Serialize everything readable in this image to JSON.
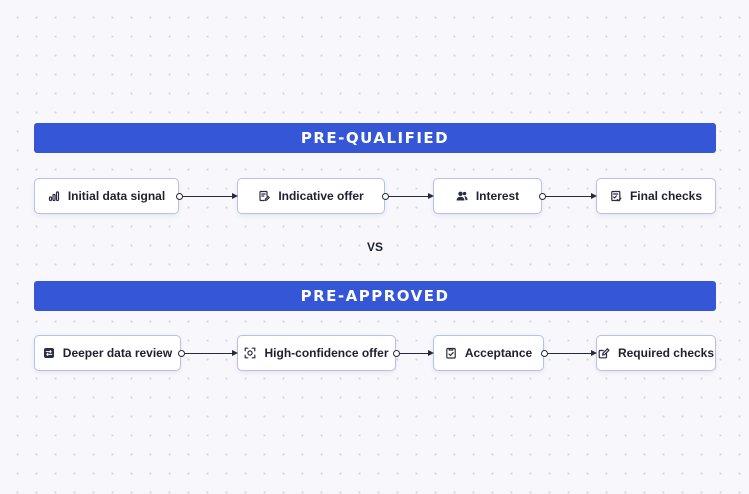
{
  "sections": {
    "top": {
      "title": "PRE-QUALIFIED",
      "steps": [
        {
          "label": "Initial data signal",
          "icon": "signal-bars-icon"
        },
        {
          "label": "Indicative offer",
          "icon": "document-edit-icon"
        },
        {
          "label": "Interest",
          "icon": "users-icon"
        },
        {
          "label": "Final checks",
          "icon": "checklist-icon"
        }
      ]
    },
    "bottom": {
      "title": "PRE-APPROVED",
      "steps": [
        {
          "label": "Deeper data review",
          "icon": "data-list-icon"
        },
        {
          "label": "High-confidence offer",
          "icon": "focus-target-icon"
        },
        {
          "label": "Acceptance",
          "icon": "clipboard-check-icon"
        },
        {
          "label": "Required checks",
          "icon": "pencil-square-icon"
        }
      ]
    }
  },
  "divider": {
    "label": "VS"
  },
  "colors": {
    "banner": "#3556d6",
    "node_border": "#b7c0ea",
    "connector": "#262a3a",
    "text": "#1d2130"
  }
}
